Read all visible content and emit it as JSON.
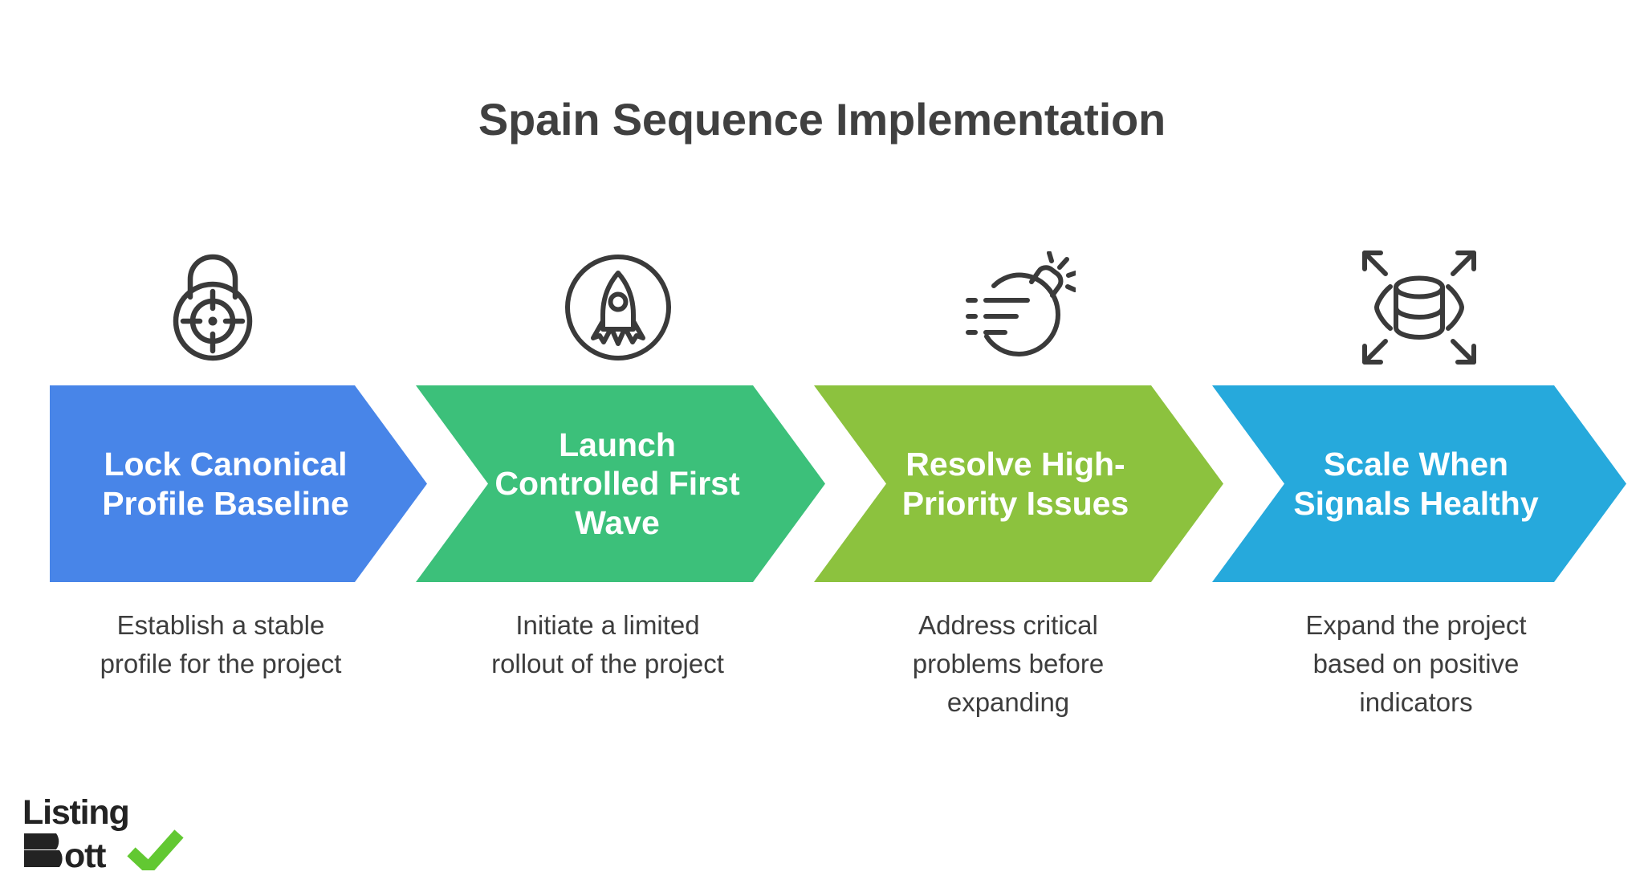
{
  "title": "Spain Sequence Implementation",
  "colors": {
    "title_text": "#404040",
    "caption_text": "#3d3d3d",
    "step_1": "#4885E8",
    "step_2": "#3CC07A",
    "step_3": "#8CC23E",
    "step_4": "#26A9DC",
    "icon_stroke": "#3a3a3a",
    "logo_text": "#232323",
    "logo_check": "#62C832",
    "background": "#ffffff"
  },
  "steps": [
    {
      "icon": "padlock-target-icon",
      "label": "Lock Canonical\nProfile Baseline",
      "caption": "Establish a stable\nprofile for the project",
      "color": "#4885E8"
    },
    {
      "icon": "rocket-circle-icon",
      "label": "Launch\nControlled First\nWave",
      "caption": "Initiate a limited\nrollout of the project",
      "color": "#3CC07A"
    },
    {
      "icon": "bomb-fuse-icon",
      "label": "Resolve High-\nPriority Issues",
      "caption": "Address critical\nproblems before\nexpanding",
      "color": "#8CC23E"
    },
    {
      "icon": "database-expand-arrows-icon",
      "label": "Scale When\nSignals Healthy",
      "caption": "Expand the project\nbased on positive\nindicators",
      "color": "#26A9DC"
    }
  ],
  "logo": {
    "line1": "Listing",
    "line2": "Bott",
    "check": "checkmark-icon"
  }
}
